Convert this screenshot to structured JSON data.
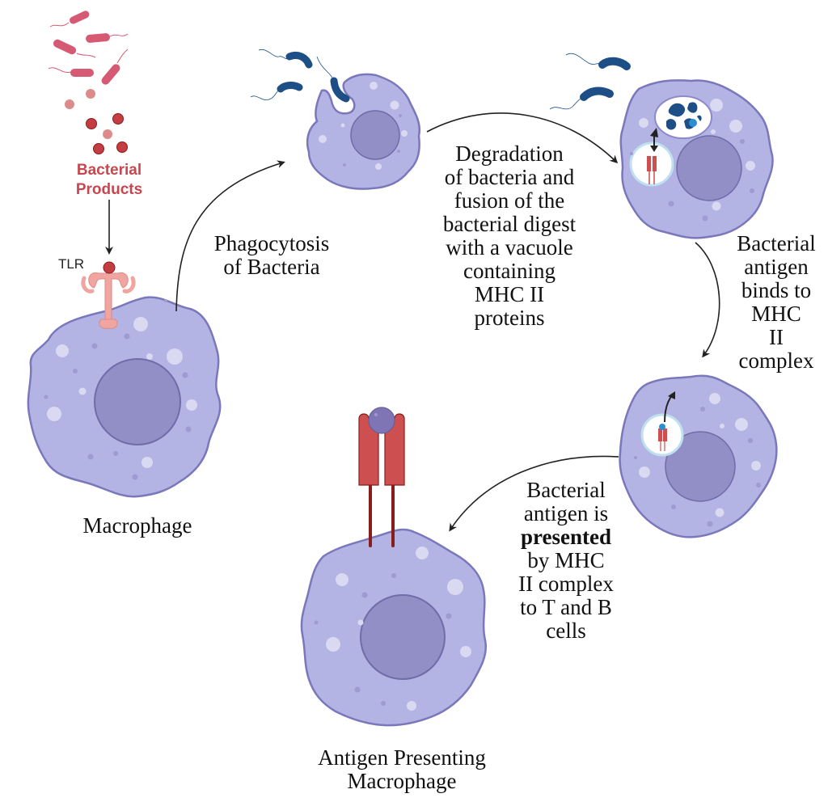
{
  "diagram": {
    "title": "Macrophage antigen presentation pathway",
    "colors": {
      "cell_fill": "#b3b3e4",
      "cell_stroke": "#7a78bb",
      "nucleus_fill": "#918fc6",
      "nucleus_stroke": "#6f6ca8",
      "vesicle_fill": "#d9d9f2",
      "granule_fill": "#9d9bd1",
      "bacteria_pink": "#d65a73",
      "bacteria_blue": "#1d4f86",
      "product_dark": "#c43d43",
      "product_light": "#dc8b8b",
      "tlr_fill": "#f0a5a0",
      "mhc_fill": "#cd4f4f",
      "mhc_stem": "#8b1c1c",
      "antigen_fill": "#7f75b5",
      "antigen_blue": "#2a8fd2",
      "arrow": "#222222",
      "label_red": "#c8474f"
    },
    "labels": {
      "bacterial_products": [
        "Bacterial",
        "Products"
      ],
      "tlr": "TLR",
      "macrophage": "Macrophage",
      "phagocytosis": [
        "Phagocytosis",
        "of Bacteria"
      ],
      "degradation": [
        "Degradation",
        "of bacteria and",
        "fusion of the",
        "bacterial digest",
        "with a vacuole",
        "containing",
        "MHC II",
        "proteins"
      ],
      "binds": [
        "Bacterial",
        "antigen",
        "binds to",
        "MHC",
        "II",
        "complex"
      ],
      "presented": {
        "line1": "Bacterial",
        "line2": "antigen is",
        "line3_bold": "presented",
        "line4": "by MHC",
        "line5": "II complex",
        "line6": "to T and B",
        "line7": "cells"
      },
      "apc": [
        "Antigen Presenting",
        "Macrophage"
      ]
    },
    "nodes": [
      {
        "id": "macrophage",
        "name": "Macrophage"
      },
      {
        "id": "phagocytosing-cell",
        "name": "Phagocytosis of Bacteria"
      },
      {
        "id": "digesting-cell",
        "name": "Degradation and fusion with MHC II vacuole"
      },
      {
        "id": "binding-cell",
        "name": "Bacterial antigen binds to MHC II complex"
      },
      {
        "id": "apc",
        "name": "Antigen Presenting Macrophage"
      }
    ],
    "edges": [
      {
        "from": "bacterial-products",
        "to": "tlr"
      },
      {
        "from": "macrophage",
        "to": "phagocytosing-cell"
      },
      {
        "from": "phagocytosing-cell",
        "to": "digesting-cell"
      },
      {
        "from": "digesting-cell",
        "to": "binding-cell"
      },
      {
        "from": "binding-cell",
        "to": "apc"
      }
    ]
  }
}
